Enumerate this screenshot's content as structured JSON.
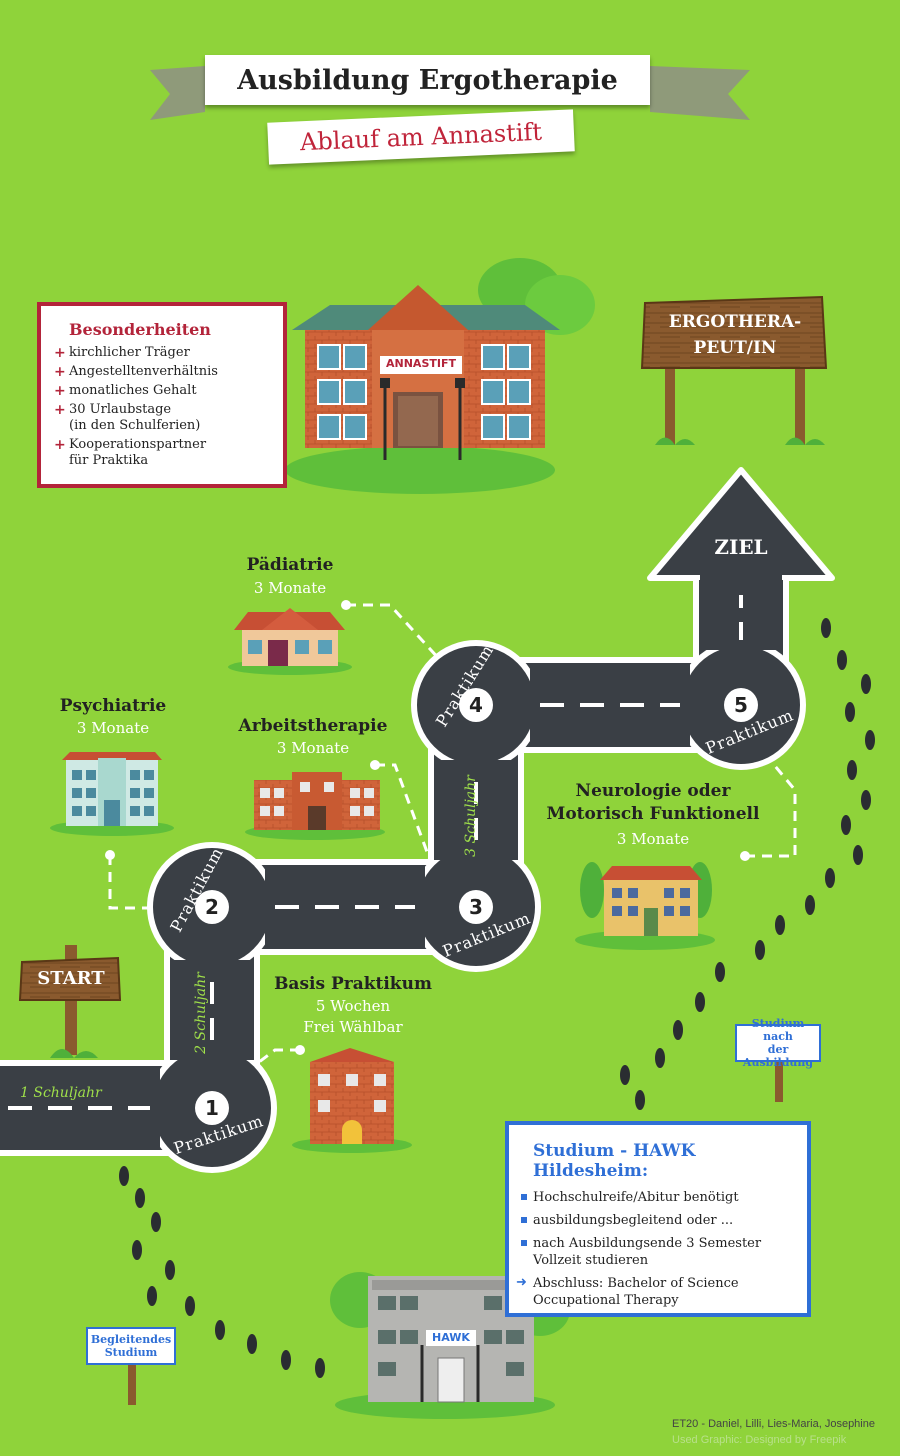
{
  "header": {
    "title": "Ausbildung Ergotherapie",
    "subtitle": "Ablauf am Annastift"
  },
  "features": {
    "heading": "Besonderheiten",
    "items": [
      "kirchlicher Träger",
      "Angestelltenverhältnis",
      "monatliches Gehalt",
      "30 Urlaubstage",
      "Kooperationspartner"
    ],
    "item4_sub": "(in den Schulferien)",
    "item5_sub": "für Praktika"
  },
  "annastift_sign": "ANNASTIFT",
  "goal_sign": {
    "line1": "ERGOTHERA-",
    "line2": "PEUT/IN"
  },
  "road": {
    "start": "START",
    "ziel": "ZIEL",
    "praktikum": "Praktikum",
    "stations": [
      "1",
      "2",
      "3",
      "4",
      "5"
    ],
    "years": [
      "1 Schuljahr",
      "2 Schuljahr",
      "3 Schuljahr"
    ]
  },
  "placements": {
    "paediatrie": {
      "title": "Pädiatrie",
      "duration": "3 Monate"
    },
    "psychiatrie": {
      "title": "Psychiatrie",
      "duration": "3 Monate"
    },
    "arbeitstherapie": {
      "title": "Arbeitstherapie",
      "duration": "3 Monate"
    },
    "neurologie": {
      "title1": "Neurologie oder",
      "title2": "Motorisch Funktionell",
      "duration": "3 Monate"
    },
    "basis": {
      "title": "Basis Praktikum",
      "duration": "5 Wochen",
      "note": "Frei Wählbar"
    }
  },
  "study": {
    "heading": "Studium - HAWK Hildesheim:",
    "items": [
      "Hochschulreife/Abitur benötigt",
      "ausbildungsbegleitend oder ...",
      "nach Ausbildungsende 3 Semester",
      "Abschluss: Bachelor of Science"
    ],
    "item3_sub": "Vollzeit studieren",
    "item4_sub": "Occupational Therapy"
  },
  "hawk_sign": "HAWK",
  "sign_after": {
    "line1": "Studium nach",
    "line2": "der Ausbildung"
  },
  "sign_parallel": {
    "line1": "Begleitendes",
    "line2": "Studium"
  },
  "credits": {
    "line1": "ET20 - Daniel, Lilli, Lies-Maria, Josephine",
    "line2": "Used Graphic: Designed by Freepik"
  },
  "colors": {
    "background": "#8fd33a",
    "road": "#3a3f45",
    "accent_red": "#b3243a",
    "accent_blue": "#2f6fd6"
  }
}
